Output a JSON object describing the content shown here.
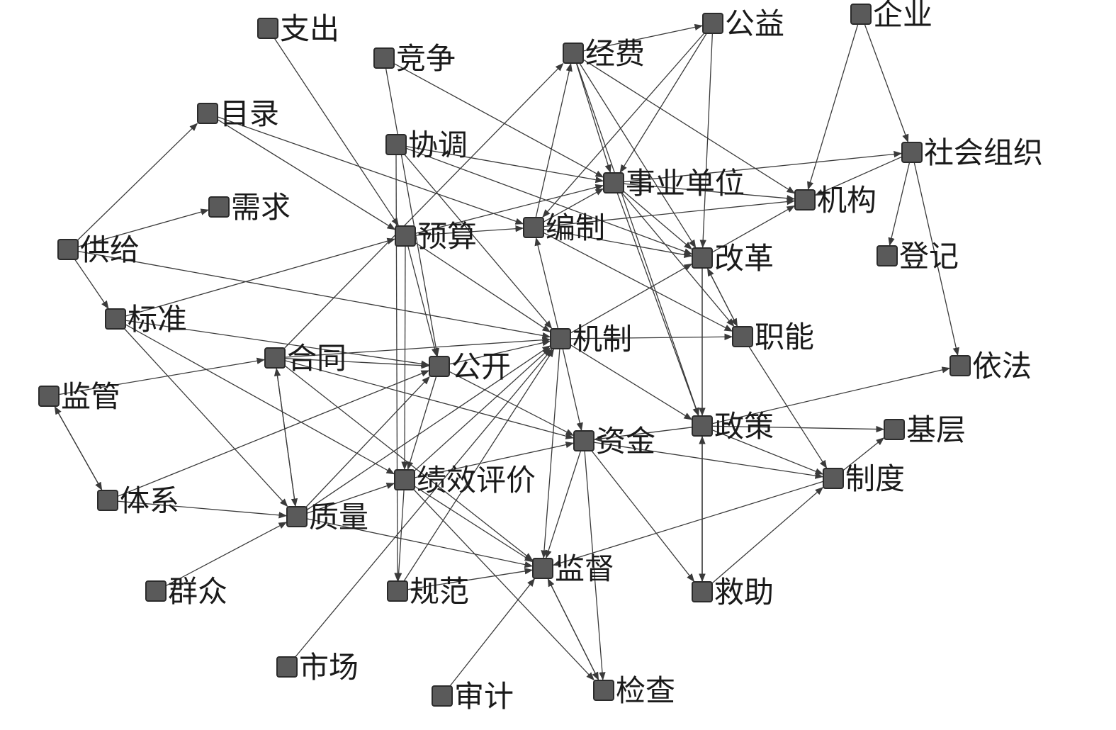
{
  "style": {
    "node_fill": "#5a5a5a",
    "edge_color": "#3a3a3a",
    "label_color": "#1a1a1a",
    "background": "#ffffff"
  },
  "nodes": [
    {
      "id": "zhichu",
      "label": "支出"
    },
    {
      "id": "jingzheng",
      "label": "竞争"
    },
    {
      "id": "jingfei",
      "label": "经费"
    },
    {
      "id": "gongyi",
      "label": "公益"
    },
    {
      "id": "qiye",
      "label": "企业"
    },
    {
      "id": "mulu",
      "label": "目录"
    },
    {
      "id": "xietiao",
      "label": "协调"
    },
    {
      "id": "shehuizuzhi",
      "label": "社会组织"
    },
    {
      "id": "shiyedanwei",
      "label": "事业单位"
    },
    {
      "id": "jigou",
      "label": "机构"
    },
    {
      "id": "xuqiu",
      "label": "需求"
    },
    {
      "id": "yusuan",
      "label": "预算"
    },
    {
      "id": "bianzhi",
      "label": "编制"
    },
    {
      "id": "gongji",
      "label": "供给"
    },
    {
      "id": "gaige",
      "label": "改革"
    },
    {
      "id": "dengji",
      "label": "登记"
    },
    {
      "id": "biaozhun",
      "label": "标准"
    },
    {
      "id": "jizhi",
      "label": "机制"
    },
    {
      "id": "zhineng",
      "label": "职能"
    },
    {
      "id": "hetong",
      "label": "合同"
    },
    {
      "id": "gongkai",
      "label": "公开"
    },
    {
      "id": "yifa",
      "label": "依法"
    },
    {
      "id": "jianguan",
      "label": "监管"
    },
    {
      "id": "zhengce",
      "label": "政策"
    },
    {
      "id": "jiceng",
      "label": "基层"
    },
    {
      "id": "zijin",
      "label": "资金"
    },
    {
      "id": "jixiaopingjia",
      "label": "绩效评价"
    },
    {
      "id": "zhidu",
      "label": "制度"
    },
    {
      "id": "tixi",
      "label": "体系"
    },
    {
      "id": "zhiliang",
      "label": "质量"
    },
    {
      "id": "jiandu",
      "label": "监督"
    },
    {
      "id": "qunzhong",
      "label": "群众"
    },
    {
      "id": "guifan",
      "label": "规范"
    },
    {
      "id": "jiuzhu",
      "label": "救助"
    },
    {
      "id": "shichang",
      "label": "市场"
    },
    {
      "id": "shenji",
      "label": "审计"
    },
    {
      "id": "jiancha",
      "label": "检查"
    }
  ],
  "edges": [
    [
      "zhichu",
      "yusuan"
    ],
    [
      "jingzheng",
      "shiyedanwei"
    ],
    [
      "jingzheng",
      "gongkai"
    ],
    [
      "mulu",
      "yusuan"
    ],
    [
      "mulu",
      "bianzhi"
    ],
    [
      "gongji",
      "mulu"
    ],
    [
      "gongji",
      "xuqiu"
    ],
    [
      "gongji",
      "biaozhun"
    ],
    [
      "gongji",
      "jizhi"
    ],
    [
      "xietiao",
      "jizhi"
    ],
    [
      "xietiao",
      "shiyedanwei"
    ],
    [
      "xietiao",
      "gaige"
    ],
    [
      "xietiao",
      "guifan"
    ],
    [
      "jingfei",
      "gongyi"
    ],
    [
      "jingfei",
      "shiyedanwei"
    ],
    [
      "jingfei",
      "jigou"
    ],
    [
      "jingfei",
      "gaige"
    ],
    [
      "jingfei",
      "zhengce"
    ],
    [
      "gongyi",
      "shiyedanwei"
    ],
    [
      "gongyi",
      "gaige"
    ],
    [
      "gongyi",
      "bianzhi"
    ],
    [
      "qiye",
      "jigou"
    ],
    [
      "qiye",
      "shehuizuzhi"
    ],
    [
      "shehuizuzhi",
      "jigou"
    ],
    [
      "shiyedanwei",
      "shehuizuzhi"
    ],
    [
      "shehuizuzhi",
      "dengji"
    ],
    [
      "shehuizuzhi",
      "yifa"
    ],
    [
      "shiyedanwei",
      "jigou"
    ],
    [
      "shiyedanwei",
      "gaige"
    ],
    [
      "shiyedanwei",
      "zhineng"
    ],
    [
      "shiyedanwei",
      "zhengce"
    ],
    [
      "bianzhi",
      "jingfei"
    ],
    [
      "bianzhi",
      "jigou"
    ],
    [
      "bianzhi",
      "gaige"
    ],
    [
      "bianzhi",
      "zhineng"
    ],
    [
      "bianzhi",
      "shiyedanwei"
    ],
    [
      "yusuan",
      "bianzhi"
    ],
    [
      "yusuan",
      "shiyedanwei"
    ],
    [
      "yusuan",
      "jixiaopingjia"
    ],
    [
      "yusuan",
      "jizhi"
    ],
    [
      "yusuan",
      "gongkai"
    ],
    [
      "gaige",
      "jigou"
    ],
    [
      "gaige",
      "zhineng"
    ],
    [
      "zhineng",
      "gaige"
    ],
    [
      "gaige",
      "zhengce"
    ],
    [
      "gaige",
      "jiuzhu"
    ],
    [
      "jizhi",
      "gaige"
    ],
    [
      "jizhi",
      "zhineng"
    ],
    [
      "jizhi",
      "bianzhi"
    ],
    [
      "jizhi",
      "jiandu"
    ],
    [
      "jizhi",
      "zijin"
    ],
    [
      "jizhi",
      "zhengce"
    ],
    [
      "biaozhun",
      "yusuan"
    ],
    [
      "biaozhun",
      "gongkai"
    ],
    [
      "biaozhun",
      "zhiliang"
    ],
    [
      "biaozhun",
      "jixiaopingjia"
    ],
    [
      "hetong",
      "gongkai"
    ],
    [
      "hetong",
      "jizhi"
    ],
    [
      "hetong",
      "zijin"
    ],
    [
      "hetong",
      "zhiliang"
    ],
    [
      "hetong",
      "jiandu"
    ],
    [
      "hetong",
      "jingfei"
    ],
    [
      "jianguan",
      "hetong"
    ],
    [
      "jianguan",
      "tixi"
    ],
    [
      "tixi",
      "jianguan"
    ],
    [
      "tixi",
      "zhiliang"
    ],
    [
      "tixi",
      "gongkai"
    ],
    [
      "zhiliang",
      "hetong"
    ],
    [
      "zhiliang",
      "gongkai"
    ],
    [
      "zhiliang",
      "jizhi"
    ],
    [
      "zhiliang",
      "jixiaopingjia"
    ],
    [
      "zhiliang",
      "jiandu"
    ],
    [
      "qunzhong",
      "zhiliang"
    ],
    [
      "gongkai",
      "jixiaopingjia"
    ],
    [
      "gongkai",
      "zijin"
    ],
    [
      "gongkai",
      "jizhi"
    ],
    [
      "jixiaopingjia",
      "zijin"
    ],
    [
      "jixiaopingjia",
      "jiandu"
    ],
    [
      "jixiaopingjia",
      "jizhi"
    ],
    [
      "jixiaopingjia",
      "jiancha"
    ],
    [
      "jixiaopingjia",
      "guifan"
    ],
    [
      "guifan",
      "jiandu"
    ],
    [
      "guifan",
      "jizhi"
    ],
    [
      "zijin",
      "jiandu"
    ],
    [
      "zijin",
      "zhidu"
    ],
    [
      "zijin",
      "jiuzhu"
    ],
    [
      "zijin",
      "jiancha"
    ],
    [
      "zhengce",
      "jiceng"
    ],
    [
      "zhengce",
      "zhidu"
    ],
    [
      "zhengce",
      "zijin"
    ],
    [
      "zhengce",
      "yifa"
    ],
    [
      "zhengce",
      "jiuzhu"
    ],
    [
      "zhineng",
      "zhidu"
    ],
    [
      "zhidu",
      "jiceng"
    ],
    [
      "zhidu",
      "jiandu"
    ],
    [
      "jiandu",
      "jiancha"
    ],
    [
      "jiancha",
      "jiandu"
    ],
    [
      "shenji",
      "jiandu"
    ],
    [
      "shichang",
      "jizhi"
    ],
    [
      "jiuzhu",
      "zhengce"
    ],
    [
      "jiuzhu",
      "zhidu"
    ]
  ]
}
